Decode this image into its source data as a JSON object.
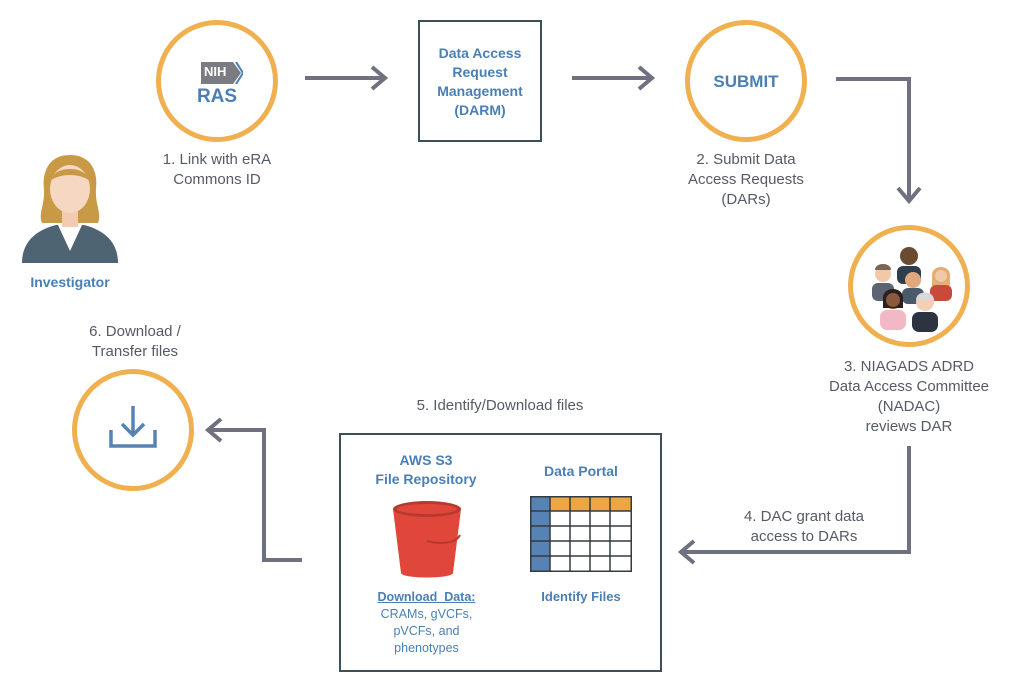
{
  "investigator": {
    "label": "Investigator"
  },
  "nih_ras": {
    "nih_logo_text": "NIH",
    "ras_text": "RAS",
    "caption_line1": "1. Link with eRA",
    "caption_line2": "Commons ID"
  },
  "darm": {
    "line1": "Data Access",
    "line2": "Request",
    "line3": "Management",
    "line4": "(DARM)"
  },
  "submit": {
    "label": "SUBMIT",
    "caption_line1": "2. Submit Data",
    "caption_line2": "Access Requests",
    "caption_line3": "(DARs)"
  },
  "nadac": {
    "caption_line1": "3. NIAGADS ADRD",
    "caption_line2": "Data Access Committee",
    "caption_line3": "(NADAC)",
    "caption_line4": "reviews DAR"
  },
  "dac_grant": {
    "caption_line1": "4. DAC grant data",
    "caption_line2": "access to DARs"
  },
  "identify": {
    "caption": "5. Identify/Download files",
    "s3_title1": "AWS S3",
    "s3_title2": "File Repository",
    "download_heading": "Download  Data:",
    "download_line1": "CRAMs, gVCFs,",
    "download_line2": "pVCFs, and",
    "download_line3": "phenotypes",
    "portal_title": "Data Portal",
    "portal_caption": "Identify Files"
  },
  "download": {
    "caption_line1": "6. Download /",
    "caption_line2": "Transfer files"
  },
  "colors": {
    "accent_orange": "#f0b050",
    "text_blue": "#4a7fb5",
    "arrow_gray": "#6f7080",
    "box_border": "#3d4e5c",
    "bucket_red": "#e0473a",
    "portal_blue": "#5683b3",
    "portal_orange": "#eaa743"
  },
  "icons": [
    "investigator-avatar-icon",
    "nih-logo-icon",
    "committee-people-icon",
    "download-tray-icon",
    "s3-bucket-icon",
    "data-grid-icon"
  ]
}
